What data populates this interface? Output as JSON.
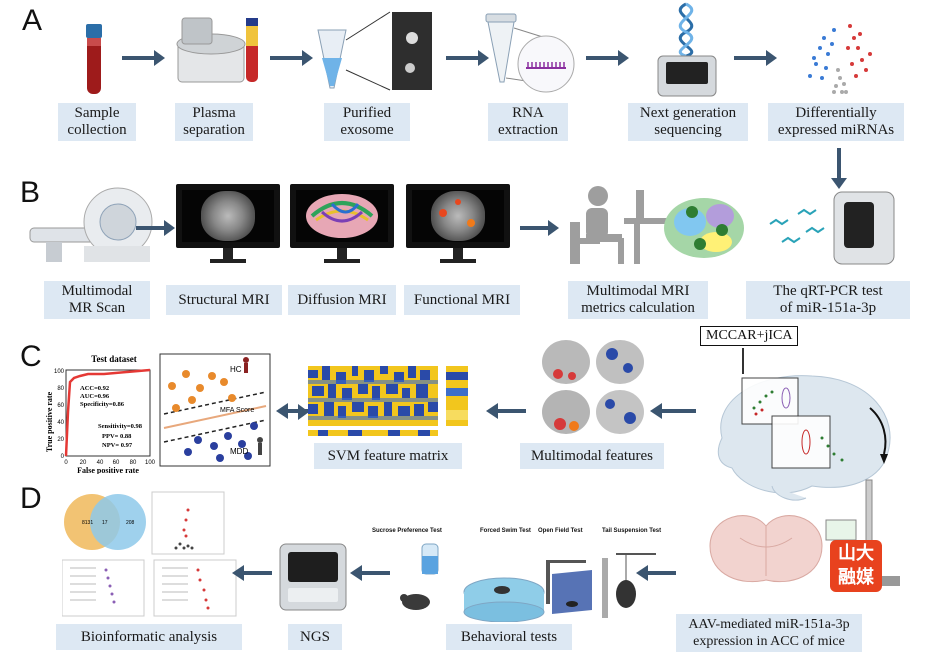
{
  "panels": {
    "a": "A",
    "b": "B",
    "c": "C",
    "d": "D"
  },
  "row_a": {
    "labels": [
      "Sample\ncollection",
      "Plasma\nseparation",
      "Purified\nexosome",
      "RNA\nextraction",
      "Next generation\nsequencing",
      "Differentially\nexpressed miRNAs"
    ]
  },
  "row_b": {
    "labels": [
      "Multimodal\nMR Scan",
      "Structural MRI",
      "Diffusion MRI",
      "Functional MRI",
      "Multimodal MRI\nmetrics calculation",
      "The qRT-PCR test\nof miR-151a-3p"
    ],
    "mccar": "MCCAR+jICA"
  },
  "row_c": {
    "roc": {
      "title": "Test dataset",
      "ylabel": "True positive rate",
      "xlabel": "False positive rate",
      "yticks": [
        "0",
        "20",
        "40",
        "60",
        "80",
        "100"
      ],
      "xticks": [
        "0",
        "20",
        "40",
        "60",
        "80",
        "100"
      ],
      "stats1": [
        "ACC=0.92",
        "AUC=0.96",
        "Specificity=0.86"
      ],
      "stats2": [
        "Sensitivity=0.98",
        "PPV= 0.88",
        "NPV= 0.97"
      ]
    },
    "scatter": {
      "hc": "HC",
      "mdd": "MDD",
      "score": "MFA Score"
    },
    "labels": [
      "SVM feature matrix",
      "Multimodal features"
    ]
  },
  "row_d": {
    "labels": [
      "Bioinformatic analysis",
      "NGS",
      "Behavioral tests",
      "AAV-mediated miR-151a-3p\nexpression in ACC of mice"
    ],
    "tests": [
      "Sucrose Preference Test",
      "Forced Swim Test",
      "Open Field Test",
      "Tail Suspension Test"
    ]
  },
  "watermark": {
    "line1": "山大",
    "line2": "融媒"
  },
  "colors": {
    "label_bg": "#dde8f3",
    "arrow": "#3b5570",
    "roc": "#e53935",
    "hc": "#e88a2c",
    "mdd": "#2a3f9e"
  }
}
